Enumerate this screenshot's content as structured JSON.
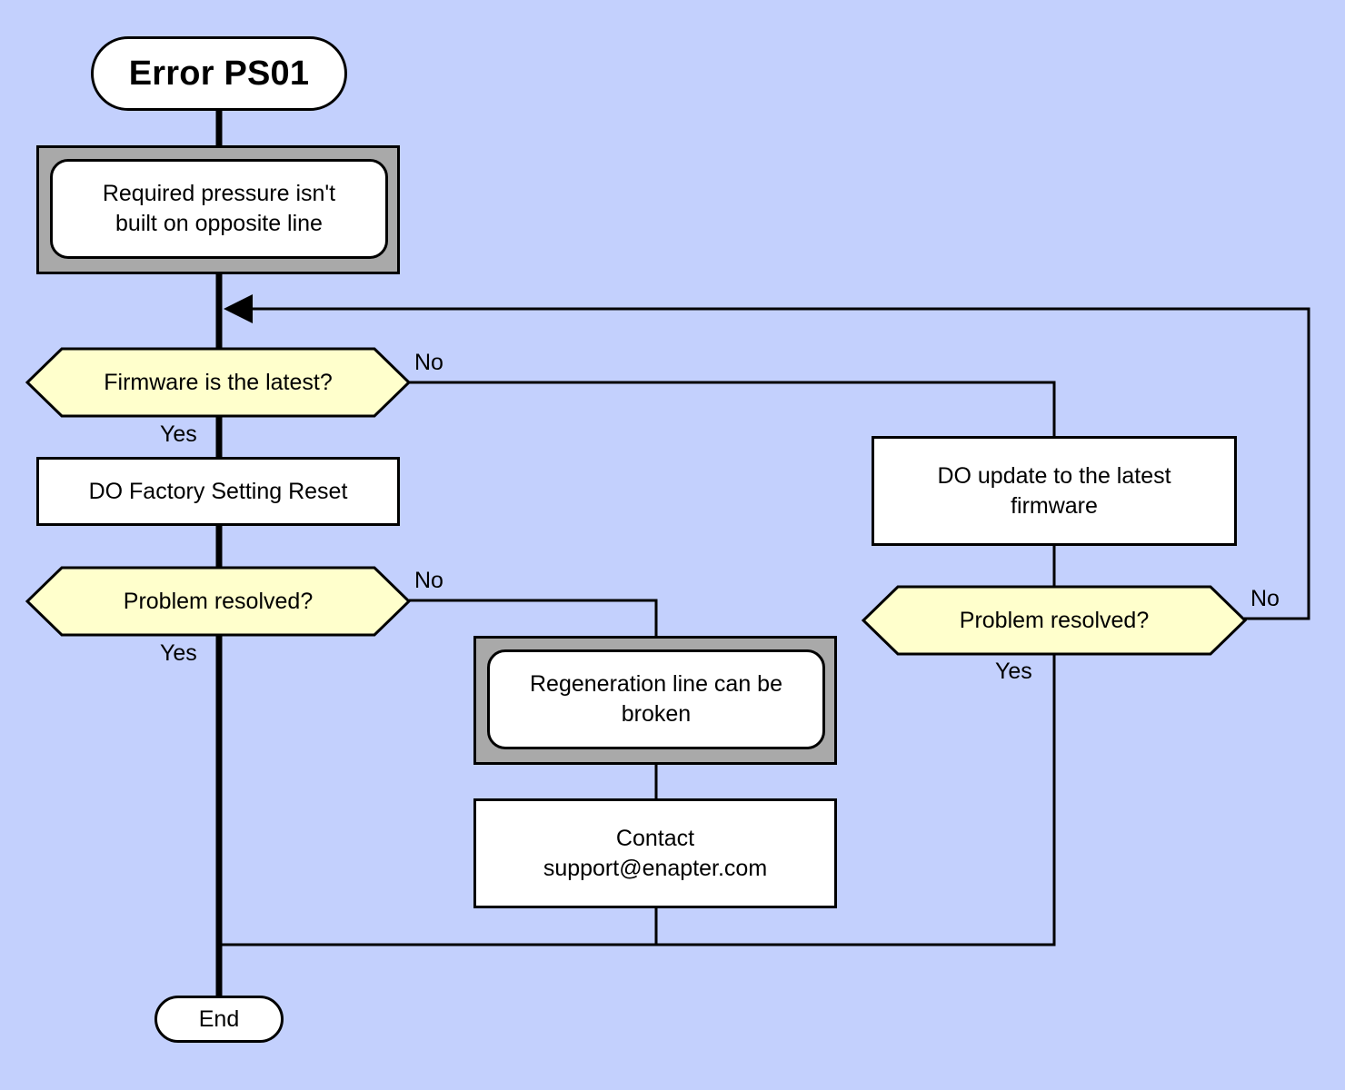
{
  "diagram": {
    "title": "Error PS01",
    "background_color": "#c3d0fd",
    "decision_fill": "#ffffcc",
    "shadow_fill": "#a9a9a9",
    "node_fill": "#ffffff",
    "line_color": "#000000"
  },
  "nodes": {
    "start": {
      "label": "Error PS01",
      "type": "terminator"
    },
    "cause1": {
      "label": "Required pressure isn't built on opposite line",
      "line1": "Required pressure isn't",
      "line2": "built on opposite line",
      "type": "shadowbox"
    },
    "firmware_check": {
      "label": "Firmware is the latest?",
      "type": "decision"
    },
    "factory_reset": {
      "label": "DO Factory Setting Reset",
      "type": "process"
    },
    "problem_resolved_1": {
      "label": "Problem resolved?",
      "type": "decision"
    },
    "do_update": {
      "label": "DO update to the latest firmware",
      "line1": "DO update to the latest",
      "line2": "firmware",
      "type": "process"
    },
    "problem_resolved_2": {
      "label": "Problem resolved?",
      "type": "decision"
    },
    "regen_broken": {
      "label": "Regeneration line can be broken",
      "line1": "Regeneration line can be",
      "line2": "broken",
      "type": "shadowbox"
    },
    "contact": {
      "label": "Contact support@enapter.com",
      "line1": "Contact",
      "line2": "support@enapter.com",
      "type": "process"
    },
    "end": {
      "label": "End",
      "type": "terminator"
    }
  },
  "edge_labels": {
    "firmware_no": "No",
    "firmware_yes": "Yes",
    "resolved1_no": "No",
    "resolved1_yes": "Yes",
    "resolved2_no": "No",
    "resolved2_yes": "Yes"
  }
}
